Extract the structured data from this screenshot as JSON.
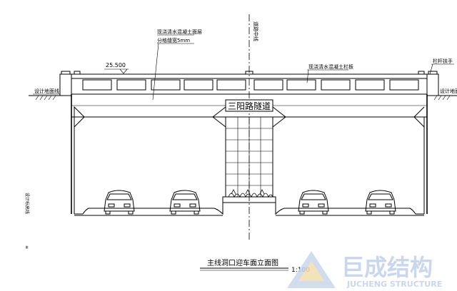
{
  "drawing": {
    "title": "主线洞口迎车面立面图",
    "scale": "1:100",
    "tunnel_name": "三阳路隧道",
    "elevation": "25.500",
    "centerline_label": "道路中线",
    "note_top_1": "现浇清水混凝土面层",
    "note_top_2": "分格缝宽5mm",
    "note_right": "现浇清水混凝土栏板",
    "label_left_ground": "设计地面线",
    "label_right_ground": "设计地面线",
    "label_railing": "栏杆扶手",
    "label_left_vertical": "设计标高线"
  },
  "watermark": {
    "brand_cn": "巨成结构",
    "brand_en": "JUCHENG STRUCTURE"
  },
  "colors": {
    "line": "#000000",
    "watermark_blue": "#c9d6ec",
    "watermark_yellow": "#f1dfae"
  }
}
